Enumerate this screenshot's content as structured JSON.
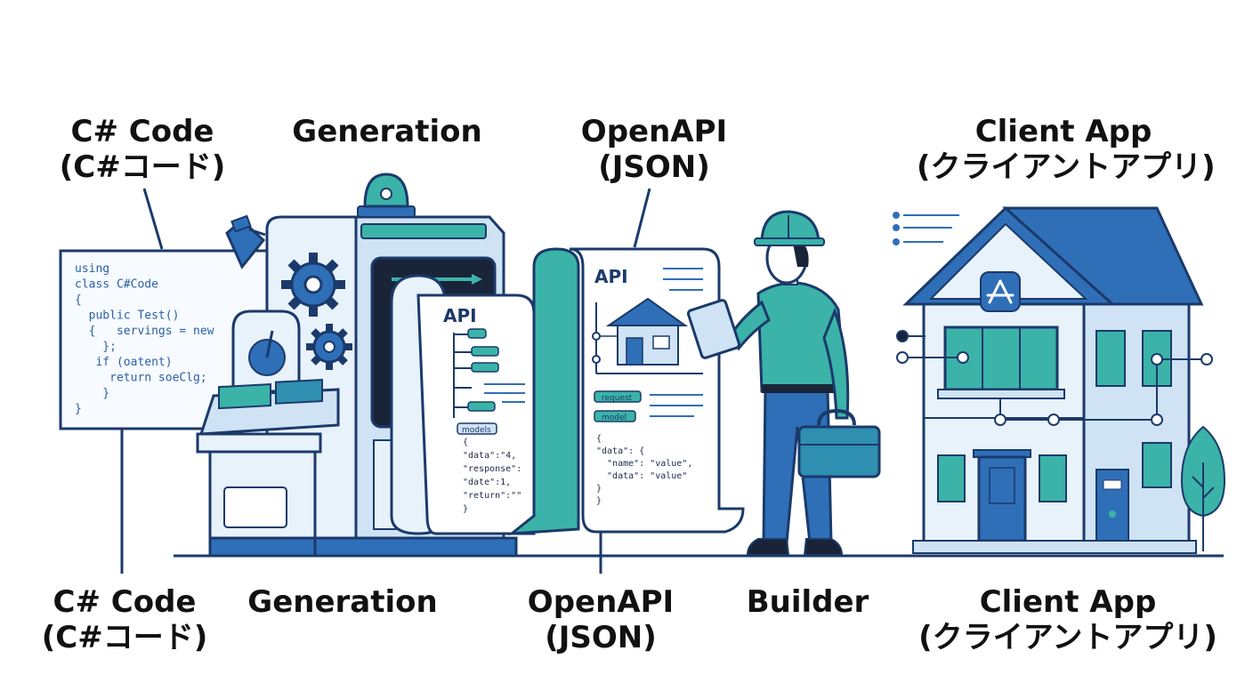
{
  "colors": {
    "outline": "#1b3a6b",
    "primary_blue": "#2f6fb8",
    "light_blue": "#cfe3f5",
    "pale_blue": "#e8f2fb",
    "teal": "#3bb3a8",
    "dark_navy": "#1a2438"
  },
  "labels": {
    "top_csharp": [
      "C# Code",
      "(C#コード)"
    ],
    "top_generation": "Generation",
    "top_openapi": [
      "OpenAPI",
      "(JSON)"
    ],
    "top_client": [
      "Client App",
      "(クライアントアプリ)"
    ],
    "bottom_csharp": [
      "C# Code",
      "(C#コード)"
    ],
    "bottom_generation": "Generation",
    "bottom_openapi": [
      "OpenAPI",
      "(JSON)"
    ],
    "bottom_builder": "Builder",
    "bottom_client": [
      "Client App",
      "(クライアントアプリ)"
    ]
  },
  "code_board": {
    "lines": [
      "using",
      "class C#Code",
      "{",
      "  public Test()",
      "  {   servings = new",
      "    };",
      "   if (oatent)",
      "     return soeClg;",
      "    }",
      "}"
    ]
  },
  "api_scroll": {
    "title": "API",
    "pill": "models",
    "json_lines": [
      "{",
      "\"data\":\"4,",
      "\"response\":",
      "\"date\":1,",
      "\"return\":\"\"",
      "}"
    ]
  },
  "openapi_doc": {
    "title": "API",
    "pill_request": "request",
    "pill_model": "model",
    "json_lines": [
      "{",
      "\"data\": {",
      "  \"name\": \"value\",",
      "  \"data\": \"value\"",
      "}",
      "}"
    ]
  },
  "icons": {
    "gear": "gear-icon",
    "app_store": "app-store-icon",
    "lamp": "lamp-icon",
    "beacon": "beacon-icon"
  }
}
